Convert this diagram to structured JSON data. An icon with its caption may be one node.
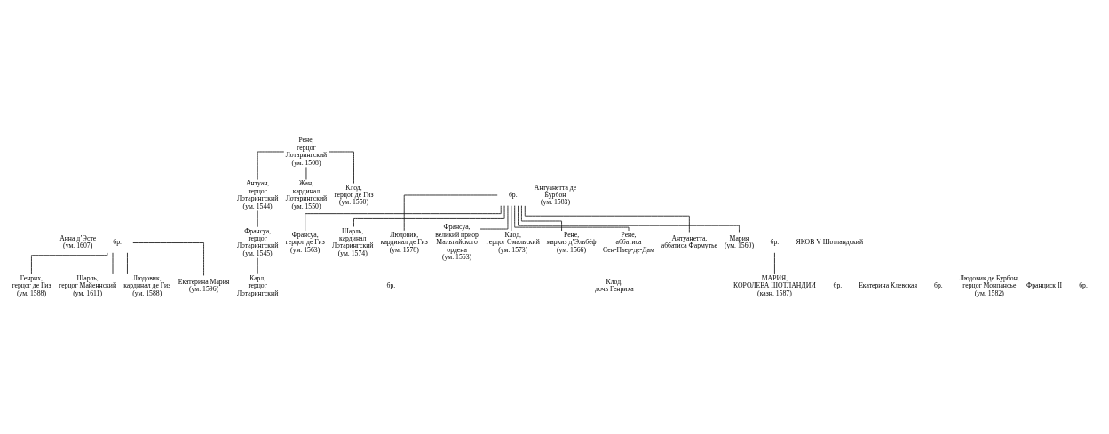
{
  "diagram": {
    "nodes": [
      {
        "text": [
          "Рене, герцог Лотарингский (ум. 1508)"
        ]
      },
      {
        "text": [
          "Антуан, герцог Лотарингский (ум. 1544)"
        ]
      },
      {
        "text": [
          "Жан, кардинал Лотарингский (ум. 1550)"
        ]
      },
      {
        "text": [
          "Клод, герцог де Гиз (ум. 1550)"
        ]
      },
      {
        "text": [
          "бр."
        ]
      },
      {
        "text": [
          "Франсуа, герцог Лотарингский (ум. 1545)"
        ]
      },
      {
        "text": [
          "Карл, герцог Лотарингский"
        ]
      },
      {
        "text": [
          "Франсуа, герцог де Гиз (ум. 1563)"
        ]
      },
      {
        "text": [
          "Шарль, кардинал Лотарингский (ум. 1574)"
        ]
      },
      {
        "text": [
          "Людовик, кардинал де Гиз (ум. 1578)"
        ]
      },
      {
        "text": [
          "Франсуа, великий приор Мальтийского ордена (ум. 1563)"
        ]
      },
      {
        "text": [
          "Клод, герцог Омальский (ум. 1573)"
        ]
      },
      {
        "text": [
          "Рене, маркиз д’Эльбёф (ум. 1566)"
        ]
      },
      {
        "text": [
          "Рене, аббатиса Сен-Пьер-де-Дам"
        ]
      },
      {
        "text": [
          "Антуанетта, аббатиса Фармутье"
        ]
      },
      {
        "text": [
          "Мария (ум. 1560)"
        ]
      },
      {
        "text": [
          "бр."
        ]
      },
      {
        "text": [
          "бр."
        ]
      },
      {
        "text": [
          "Генрих, герцог де Гиз (ум. 1588)"
        ]
      },
      {
        "text": [
          "Шарль, герцог Майеннский (ум. 1611)"
        ]
      },
      {
        "text": [
          "Людовик, кардинал де Гиз (ум. 1588)"
        ]
      },
      {
        "text": [
          "Екатерина Мария (ум. 1596)"
        ]
      },
      {
        "text": [
          "МАРИЯ, КОРОЛЕВА ШОТЛАНДИИ (казн. 1587)"
        ]
      }
    ],
    "edges": [
      {
        "from": 0,
        "to": 1,
        "arrow": "none"
      },
      {
        "from": 0,
        "to": 2,
        "arrow": "none"
      },
      {
        "from": 0,
        "to": 3,
        "arrow": "none"
      },
      {
        "from": 1,
        "to": 5,
        "arrow": "none"
      },
      {
        "from": 5,
        "to": 6,
        "arrow": "none"
      },
      {
        "from": 4,
        "to": 7,
        "arrow": "none"
      },
      {
        "from": 4,
        "to": 8,
        "arrow": "none"
      },
      {
        "from": 4,
        "to": 9,
        "arrow": "none"
      },
      {
        "from": 4,
        "to": 10,
        "arrow": "none"
      },
      {
        "from": 4,
        "to": 11,
        "arrow": "none"
      },
      {
        "from": 4,
        "to": 12,
        "arrow": "none"
      },
      {
        "from": 4,
        "to": 13,
        "arrow": "none"
      },
      {
        "from": 4,
        "to": 14,
        "arrow": "none"
      },
      {
        "from": 4,
        "to": 15,
        "arrow": "none"
      },
      {
        "from": 16,
        "to": 18,
        "arrow": "none"
      },
      {
        "from": 16,
        "to": 19,
        "arrow": "none"
      },
      {
        "from": 16,
        "to": 20,
        "arrow": "none"
      },
      {
        "from": 16,
        "to": 21,
        "arrow": "none"
      },
      {
        "from": 17,
        "to": 22,
        "arrow": "none"
      }
    ],
    "labels": [
      "Антуанетта де Бурбон (ум. 1583)",
      "бр.",
      "Клод, дочь Генриха",
      "Анна д’Эсте (ум. 1607)",
      "ЯКОВ V Шотландский",
      "бр.",
      "Екатерина Клевская",
      "бр.",
      "Людовик де Бурбон, герцог Монпансье (ум. 1582)",
      "Франциск II",
      "бр."
    ]
  }
}
